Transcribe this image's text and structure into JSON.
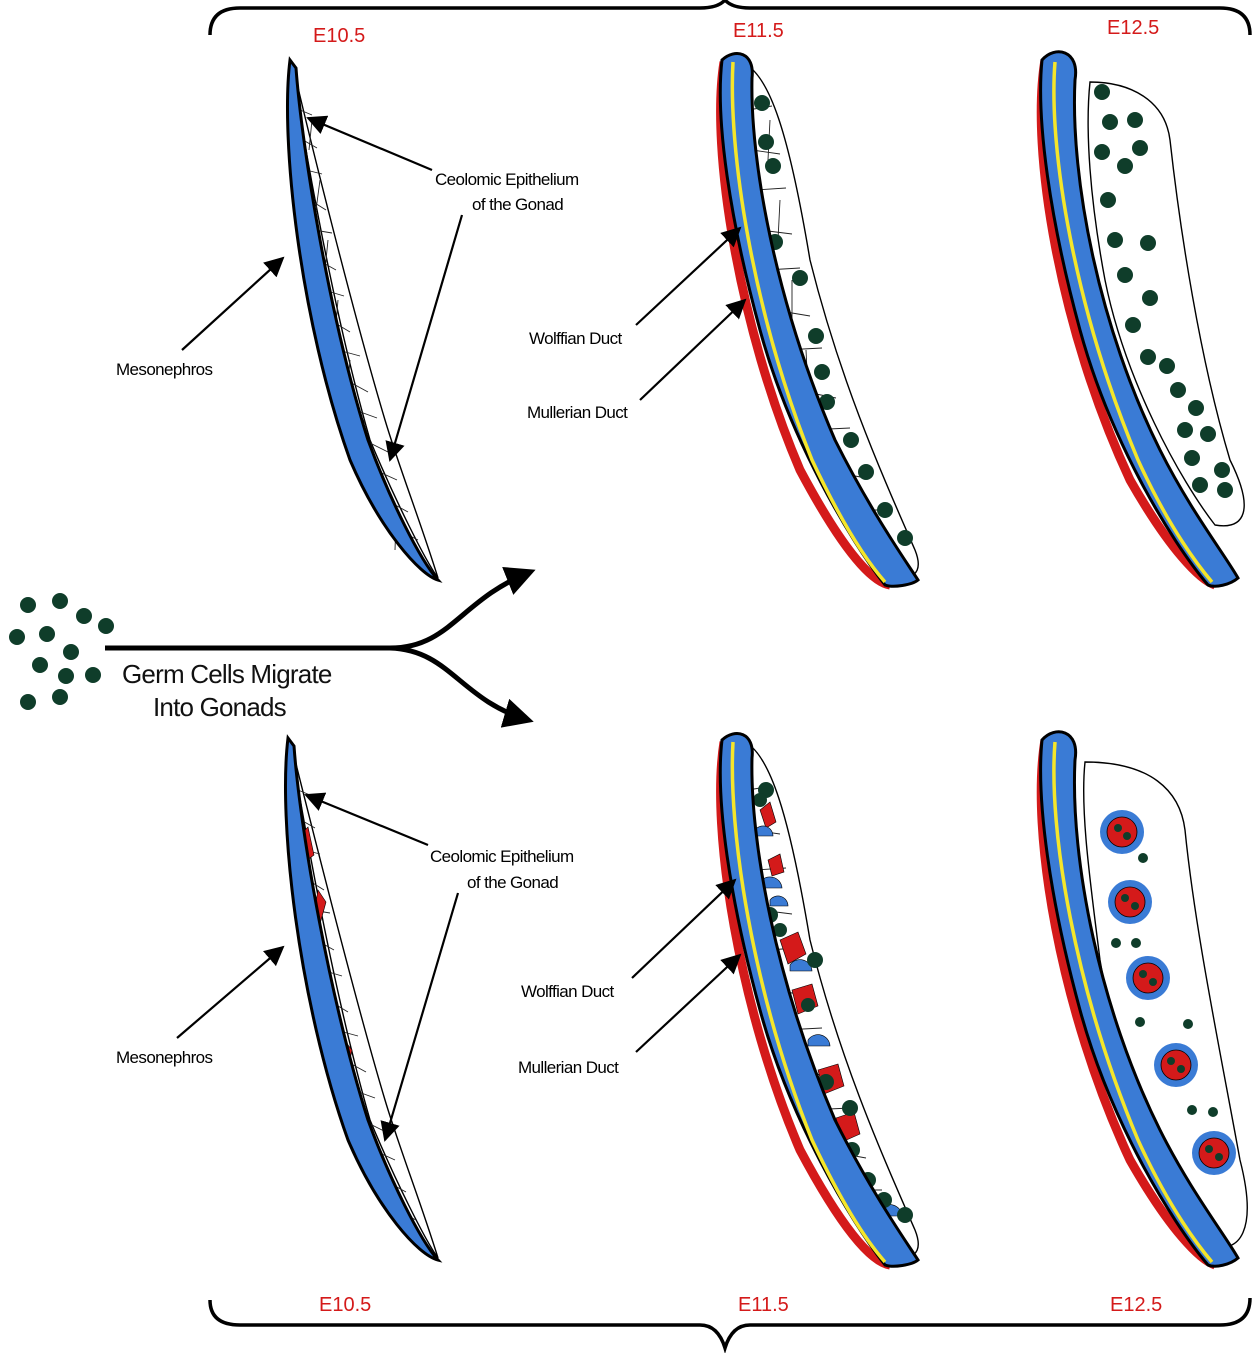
{
  "stages": {
    "top": [
      "E10.5",
      "E11.5",
      "E12.5"
    ],
    "bottom": [
      "E10.5",
      "E11.5",
      "E12.5"
    ]
  },
  "labels": {
    "coelomic_line1": "Ceolomic Epithelium",
    "coelomic_line2": "of the Gonad",
    "mesonephros": "Mesonephros",
    "wolffian": "Wolffian Duct",
    "mullerian": "Mullerian Duct",
    "migrate_line1": "Germ Cells Migrate",
    "migrate_line2": "Into Gonads"
  },
  "colors": {
    "stage_label": "#d41a1a",
    "mesonephros": "#3a7bd5",
    "wolffian_duct": "#f5e62a",
    "mullerian_duct": "#d41a1a",
    "germ_cell": "#0f3d2a",
    "sertoli_precursor": "#d41a1a",
    "peritubular_cell": "#3a7bd5"
  }
}
